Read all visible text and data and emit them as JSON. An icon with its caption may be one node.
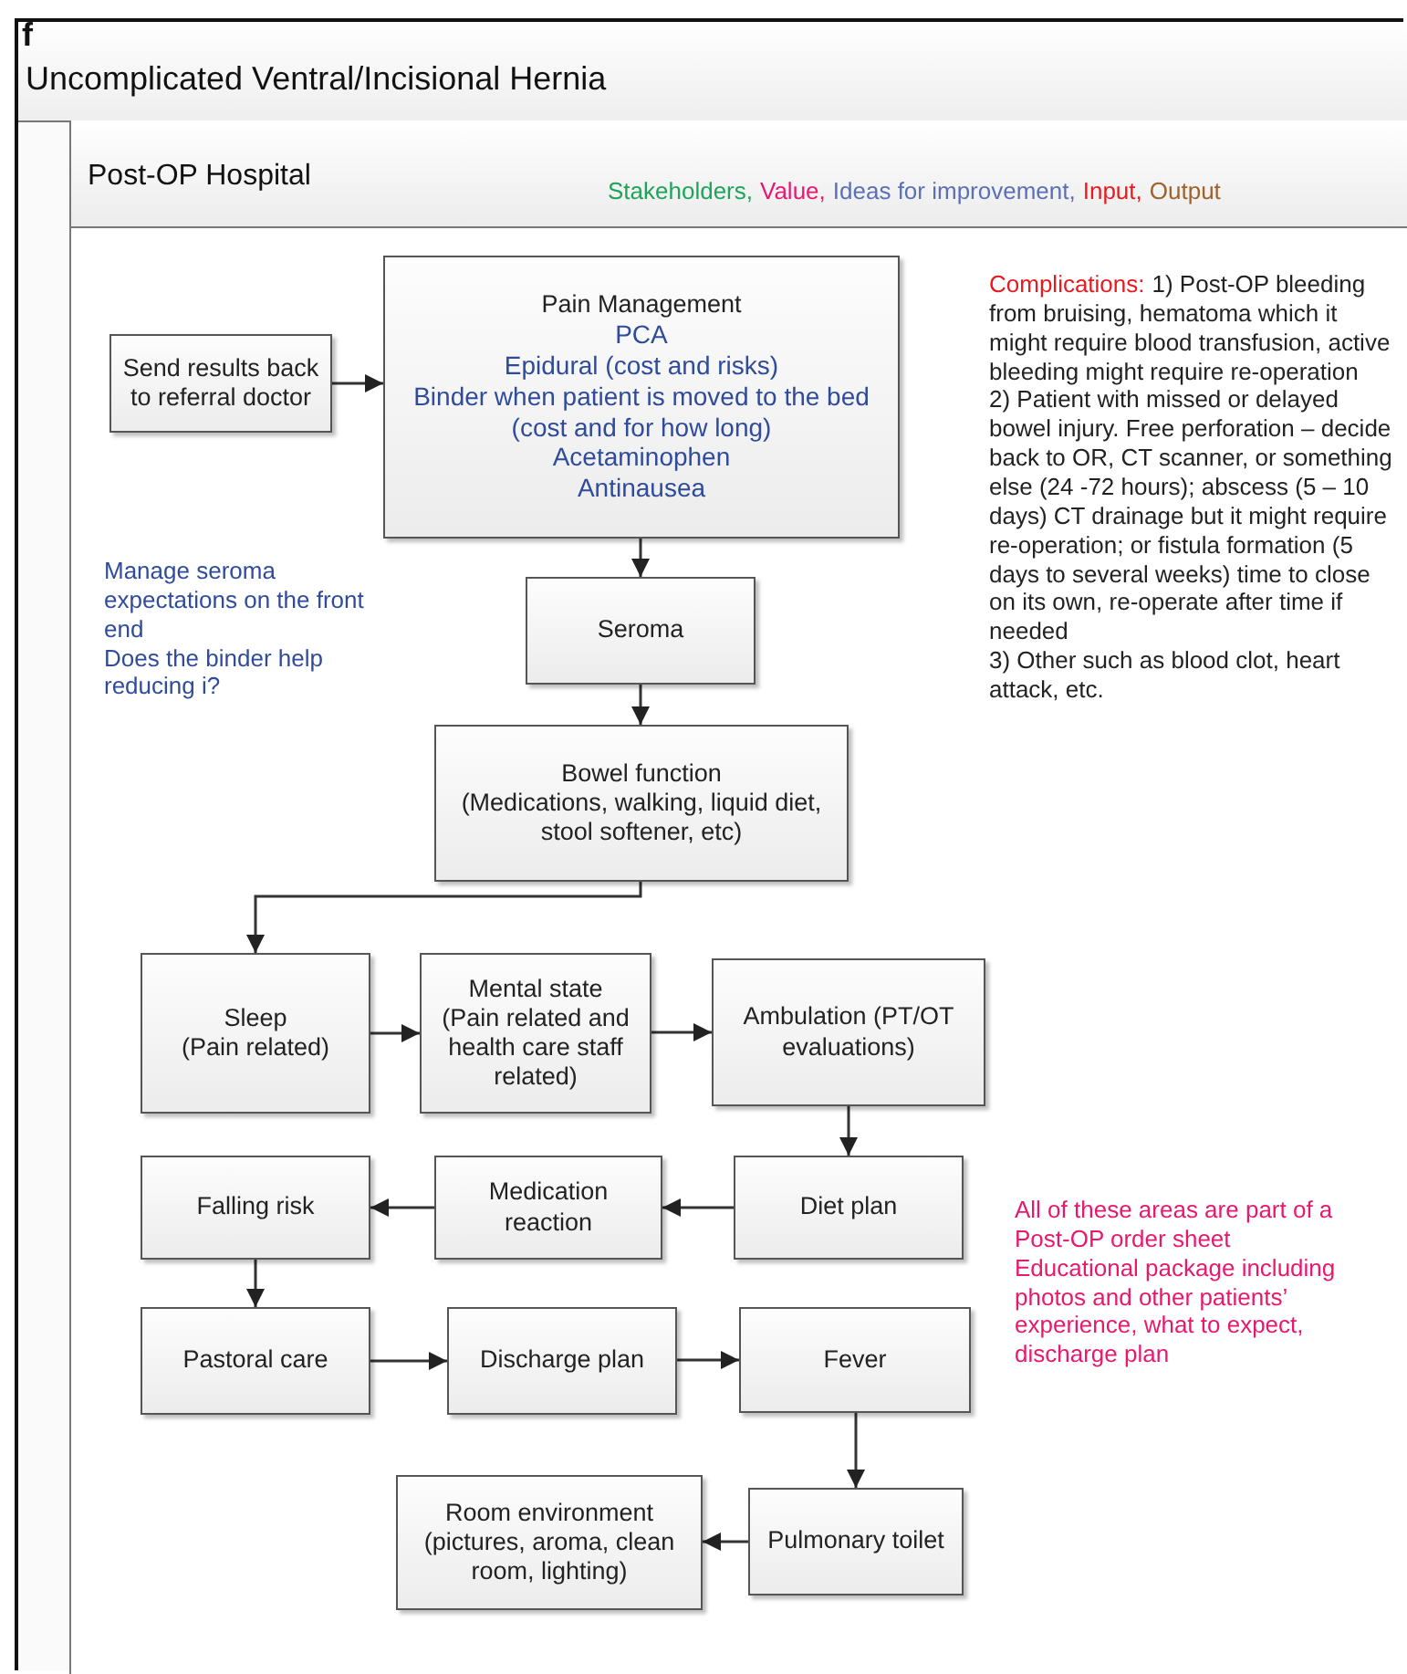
{
  "diagram": {
    "title": "Uncomplicated Ventral/Incisional Hernia",
    "nodes": [
      {
        "text": [
          "Post-OP Hospital"
        ]
      },
      {
        "text": [
          "Send results back to referral doctor"
        ],
        "in": 0
      },
      {
        "text": [
          "Pain Management",
          "PCA",
          "Epidural (cost and risks)",
          "Binder when patient is moved to the bed (cost and for how long)",
          "Acetaminophen",
          "Antinausea"
        ],
        "in": 0
      },
      {
        "text": [
          "Seroma"
        ],
        "in": 0
      },
      {
        "text": [
          "Bowel function",
          "(Medications, walking, liquid diet, stool softener, etc)"
        ],
        "in": 0
      },
      {
        "text": [
          "Sleep",
          "(Pain related)"
        ],
        "in": 0
      },
      {
        "text": [
          "Mental state",
          "(Pain related and health care staff related)"
        ],
        "in": 0
      },
      {
        "text": [
          "Ambulation (PT/OT evaluations)"
        ],
        "in": 0
      },
      {
        "text": [
          "Falling risk"
        ],
        "in": 0
      },
      {
        "text": [
          "Medication reaction"
        ],
        "in": 0
      },
      {
        "text": [
          "Diet plan"
        ],
        "in": 0
      },
      {
        "text": [
          "Pastoral care"
        ],
        "in": 0
      },
      {
        "text": [
          "Discharge plan"
        ],
        "in": 0
      },
      {
        "text": [
          "Fever"
        ],
        "in": 0
      },
      {
        "text": [
          "Room environment",
          "(pictures, aroma, clean room, lighting)"
        ],
        "in": 0
      },
      {
        "text": [
          "Pulmonary toilet"
        ],
        "in": 0
      }
    ],
    "edges": [
      {
        "from": 1,
        "to": 2,
        "arrow": "to"
      },
      {
        "from": 2,
        "to": 3,
        "arrow": "to"
      },
      {
        "from": 3,
        "to": 4,
        "arrow": "to"
      },
      {
        "from": 4,
        "to": 5,
        "arrow": "to"
      },
      {
        "from": 5,
        "to": 6,
        "arrow": "to"
      },
      {
        "from": 6,
        "to": 7,
        "arrow": "to"
      },
      {
        "from": 7,
        "to": 10,
        "arrow": "to"
      },
      {
        "from": 10,
        "to": 9,
        "arrow": "to"
      },
      {
        "from": 9,
        "to": 8,
        "arrow": "to"
      },
      {
        "from": 8,
        "to": 11,
        "arrow": "to"
      },
      {
        "from": 11,
        "to": 12,
        "arrow": "to"
      },
      {
        "from": 12,
        "to": 13,
        "arrow": "to"
      },
      {
        "from": 13,
        "to": 15,
        "arrow": "to"
      },
      {
        "from": 15,
        "to": 14,
        "arrow": "to"
      }
    ],
    "labels": [
      "f",
      "Manage seroma expectations on the front end",
      "Does the binder help reducing i?",
      "Complications:",
      "1) Post-OP bleeding from bruising, hematoma which it might require blood transfusion, active bleeding might require re-operation",
      "2) Patient with missed or delayed bowel injury. Free perforation – decide back to OR, CT scanner, or something else (24 -72 hours); abscess  (5 – 10 days) CT drainage but it might require re-operation; or fistula formation (5 days to several weeks) time to close on its own, re-operate after time if needed",
      "3) Other such as blood clot, heart attack, etc.",
      "All of these areas are part of a Post-OP order sheet",
      "Educational package including photos and other patients’ experience, what to expect, discharge plan"
    ],
    "legend": [
      {
        "text": "Stakeholders,",
        "color": "#1fa35a"
      },
      {
        "text": "Value,",
        "color": "#e8186d"
      },
      {
        "text": "Ideas for improvement,",
        "color": "#5b6fb5"
      },
      {
        "text": "Input,",
        "color": "#e8191f"
      },
      {
        "text": "Output",
        "color": "#a0622d"
      }
    ]
  }
}
